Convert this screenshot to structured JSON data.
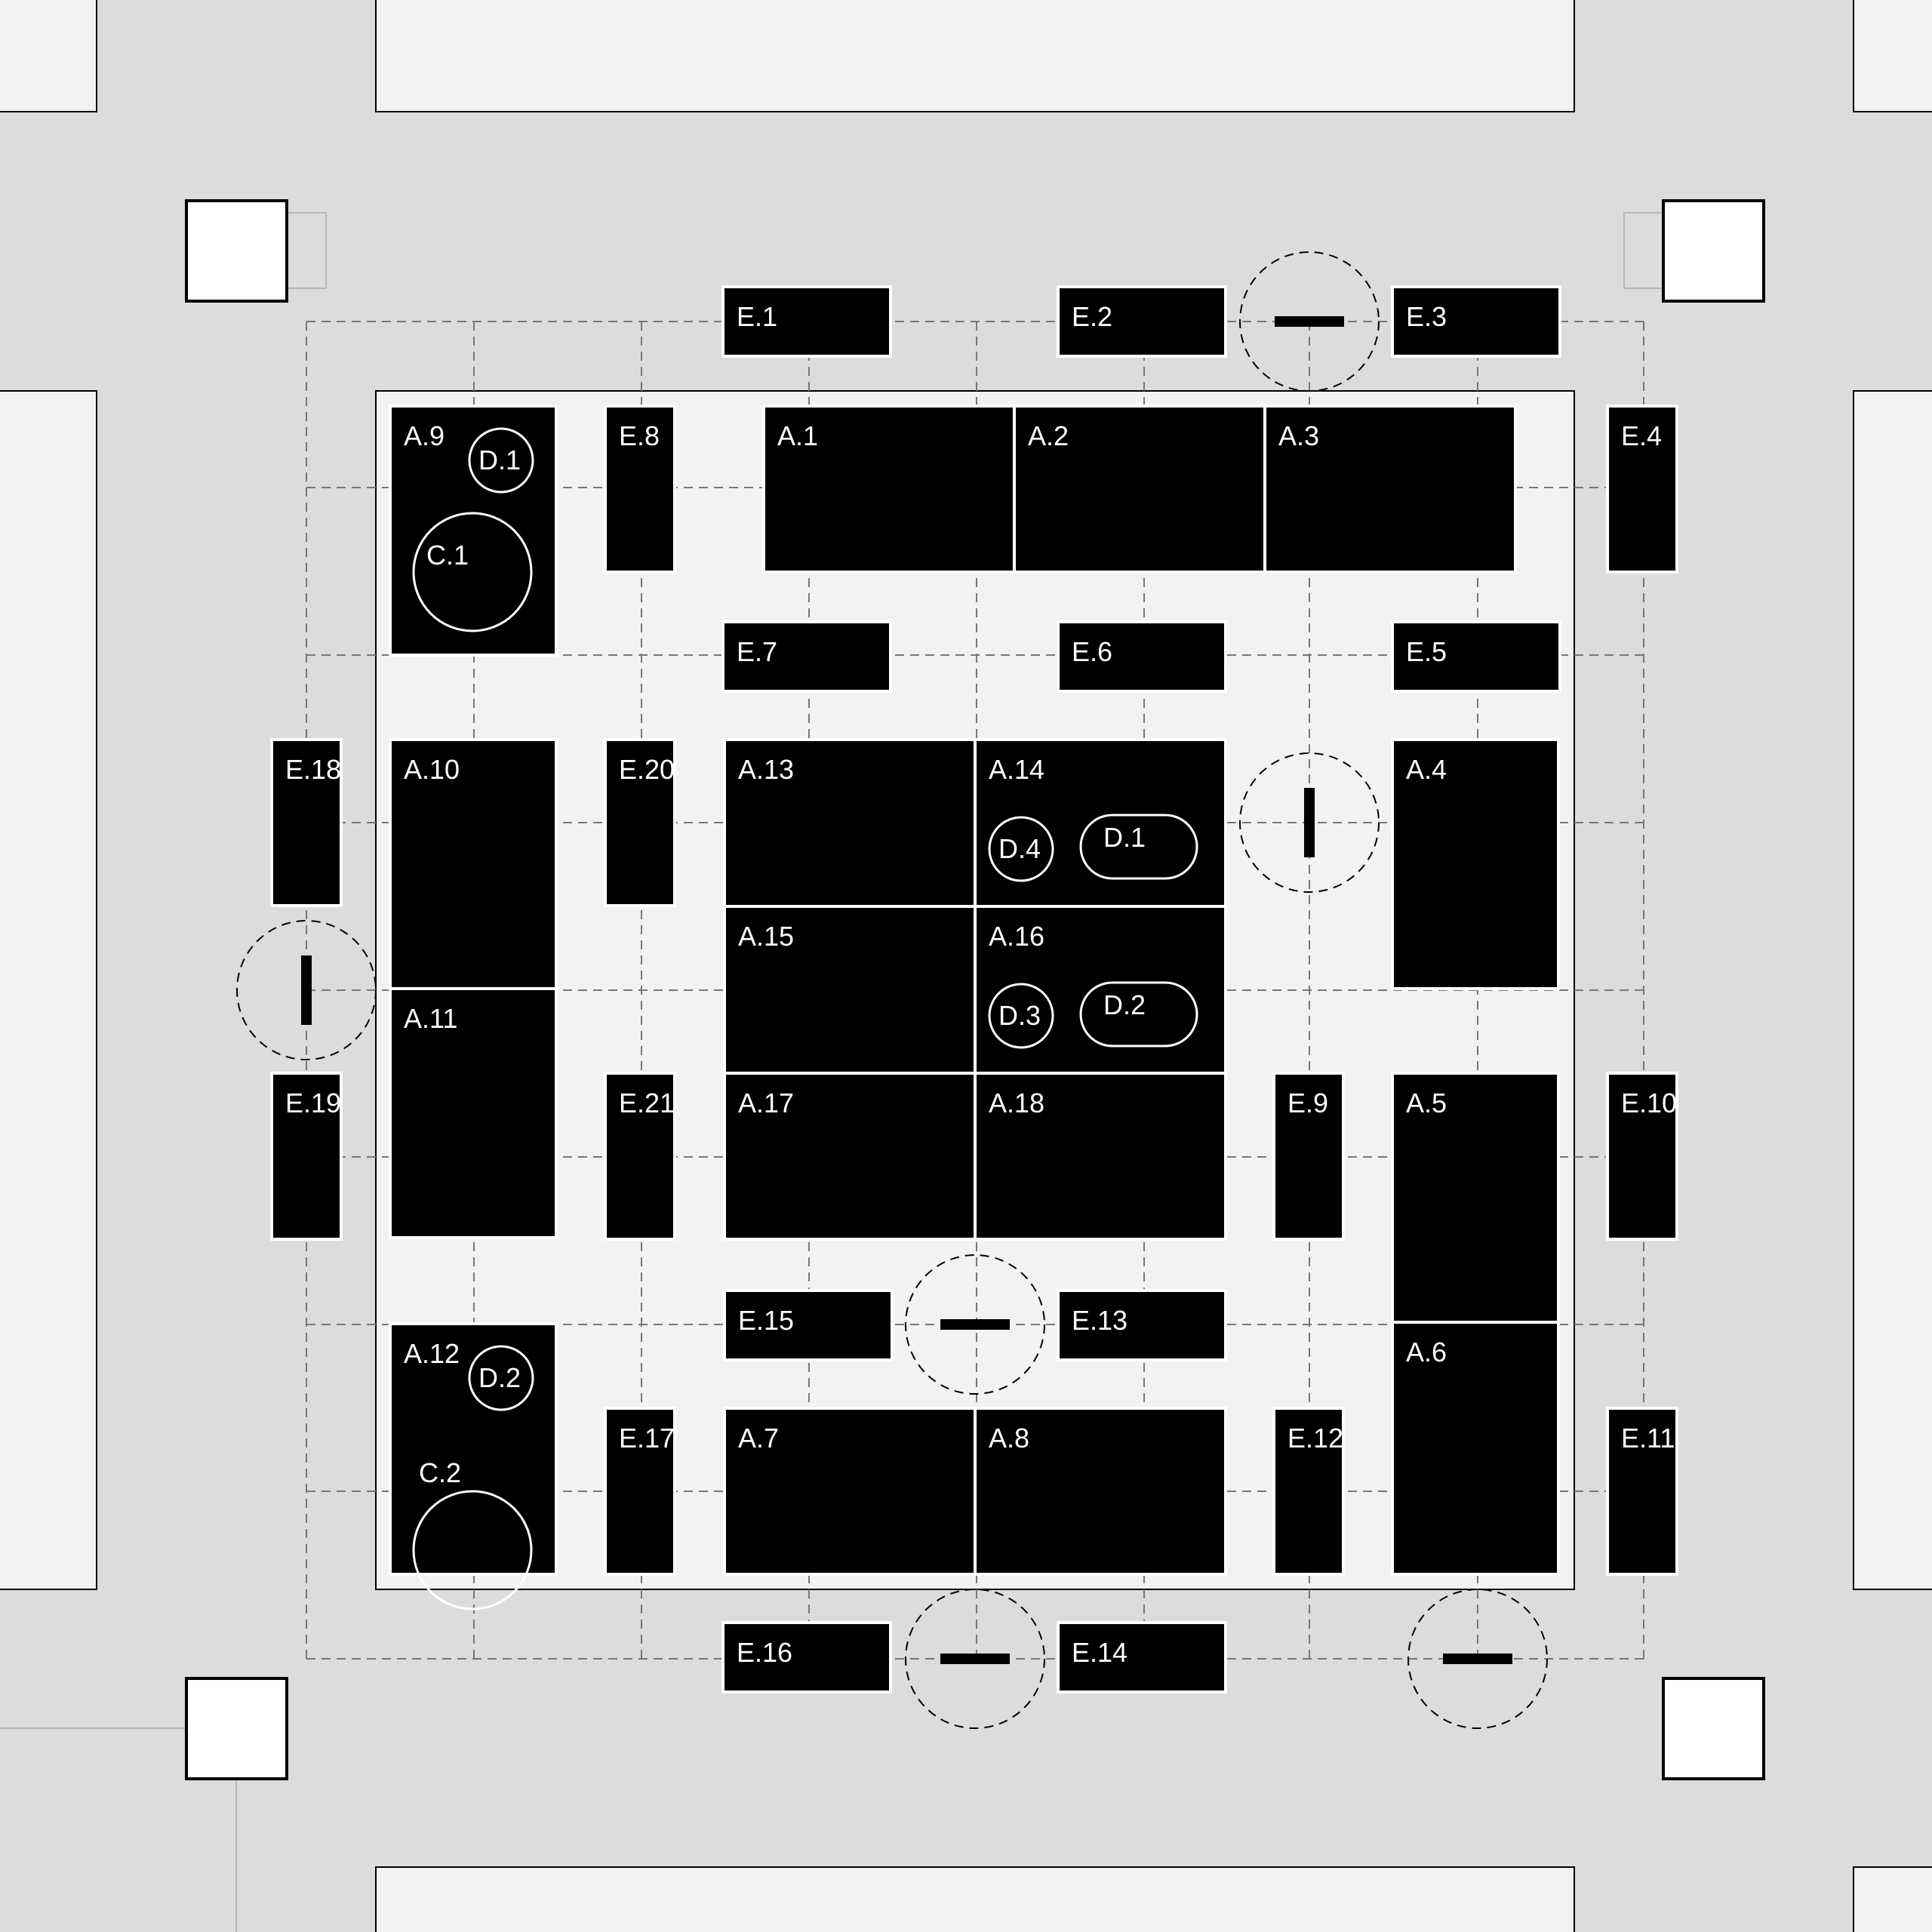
{
  "colors": {
    "background": "#dcdcdc",
    "surround": "#f2f2f2",
    "block_fill": "#000000",
    "block_stroke": "#ffffff",
    "grid_line": "#777777",
    "marker": "#000000"
  },
  "blocks": {
    "A1": "A.1",
    "A2": "A.2",
    "A3": "A.3",
    "A4": "A.4",
    "A5": "A.5",
    "A6": "A.6",
    "A7": "A.7",
    "A8": "A.8",
    "A9": "A.9",
    "A10": "A.10",
    "A11": "A.11",
    "A12": "A.12",
    "A13": "A.13",
    "A14": "A.14",
    "A15": "A.15",
    "A16": "A.16",
    "A17": "A.17",
    "A18": "A.18",
    "E1": "E.1",
    "E2": "E.2",
    "E3": "E.3",
    "E4": "E.4",
    "E5": "E.5",
    "E6": "E.6",
    "E7": "E.7",
    "E8": "E.8",
    "E9": "E.9",
    "E10": "E.10",
    "E11": "E.11",
    "E12": "E.12",
    "E13": "E.13",
    "E14": "E.14",
    "E15": "E.15",
    "E16": "E.16",
    "E17": "E.17",
    "E18": "E.18",
    "E19": "E.19",
    "E20": "E.20",
    "E21": "E.21"
  },
  "circles": {
    "C1": "C.1",
    "C2": "C.2",
    "D1_a9": "D.1",
    "D2_a12": "D.2",
    "D4": "D.4",
    "D1": "D.1",
    "D3": "D.3",
    "D2": "D.2"
  }
}
